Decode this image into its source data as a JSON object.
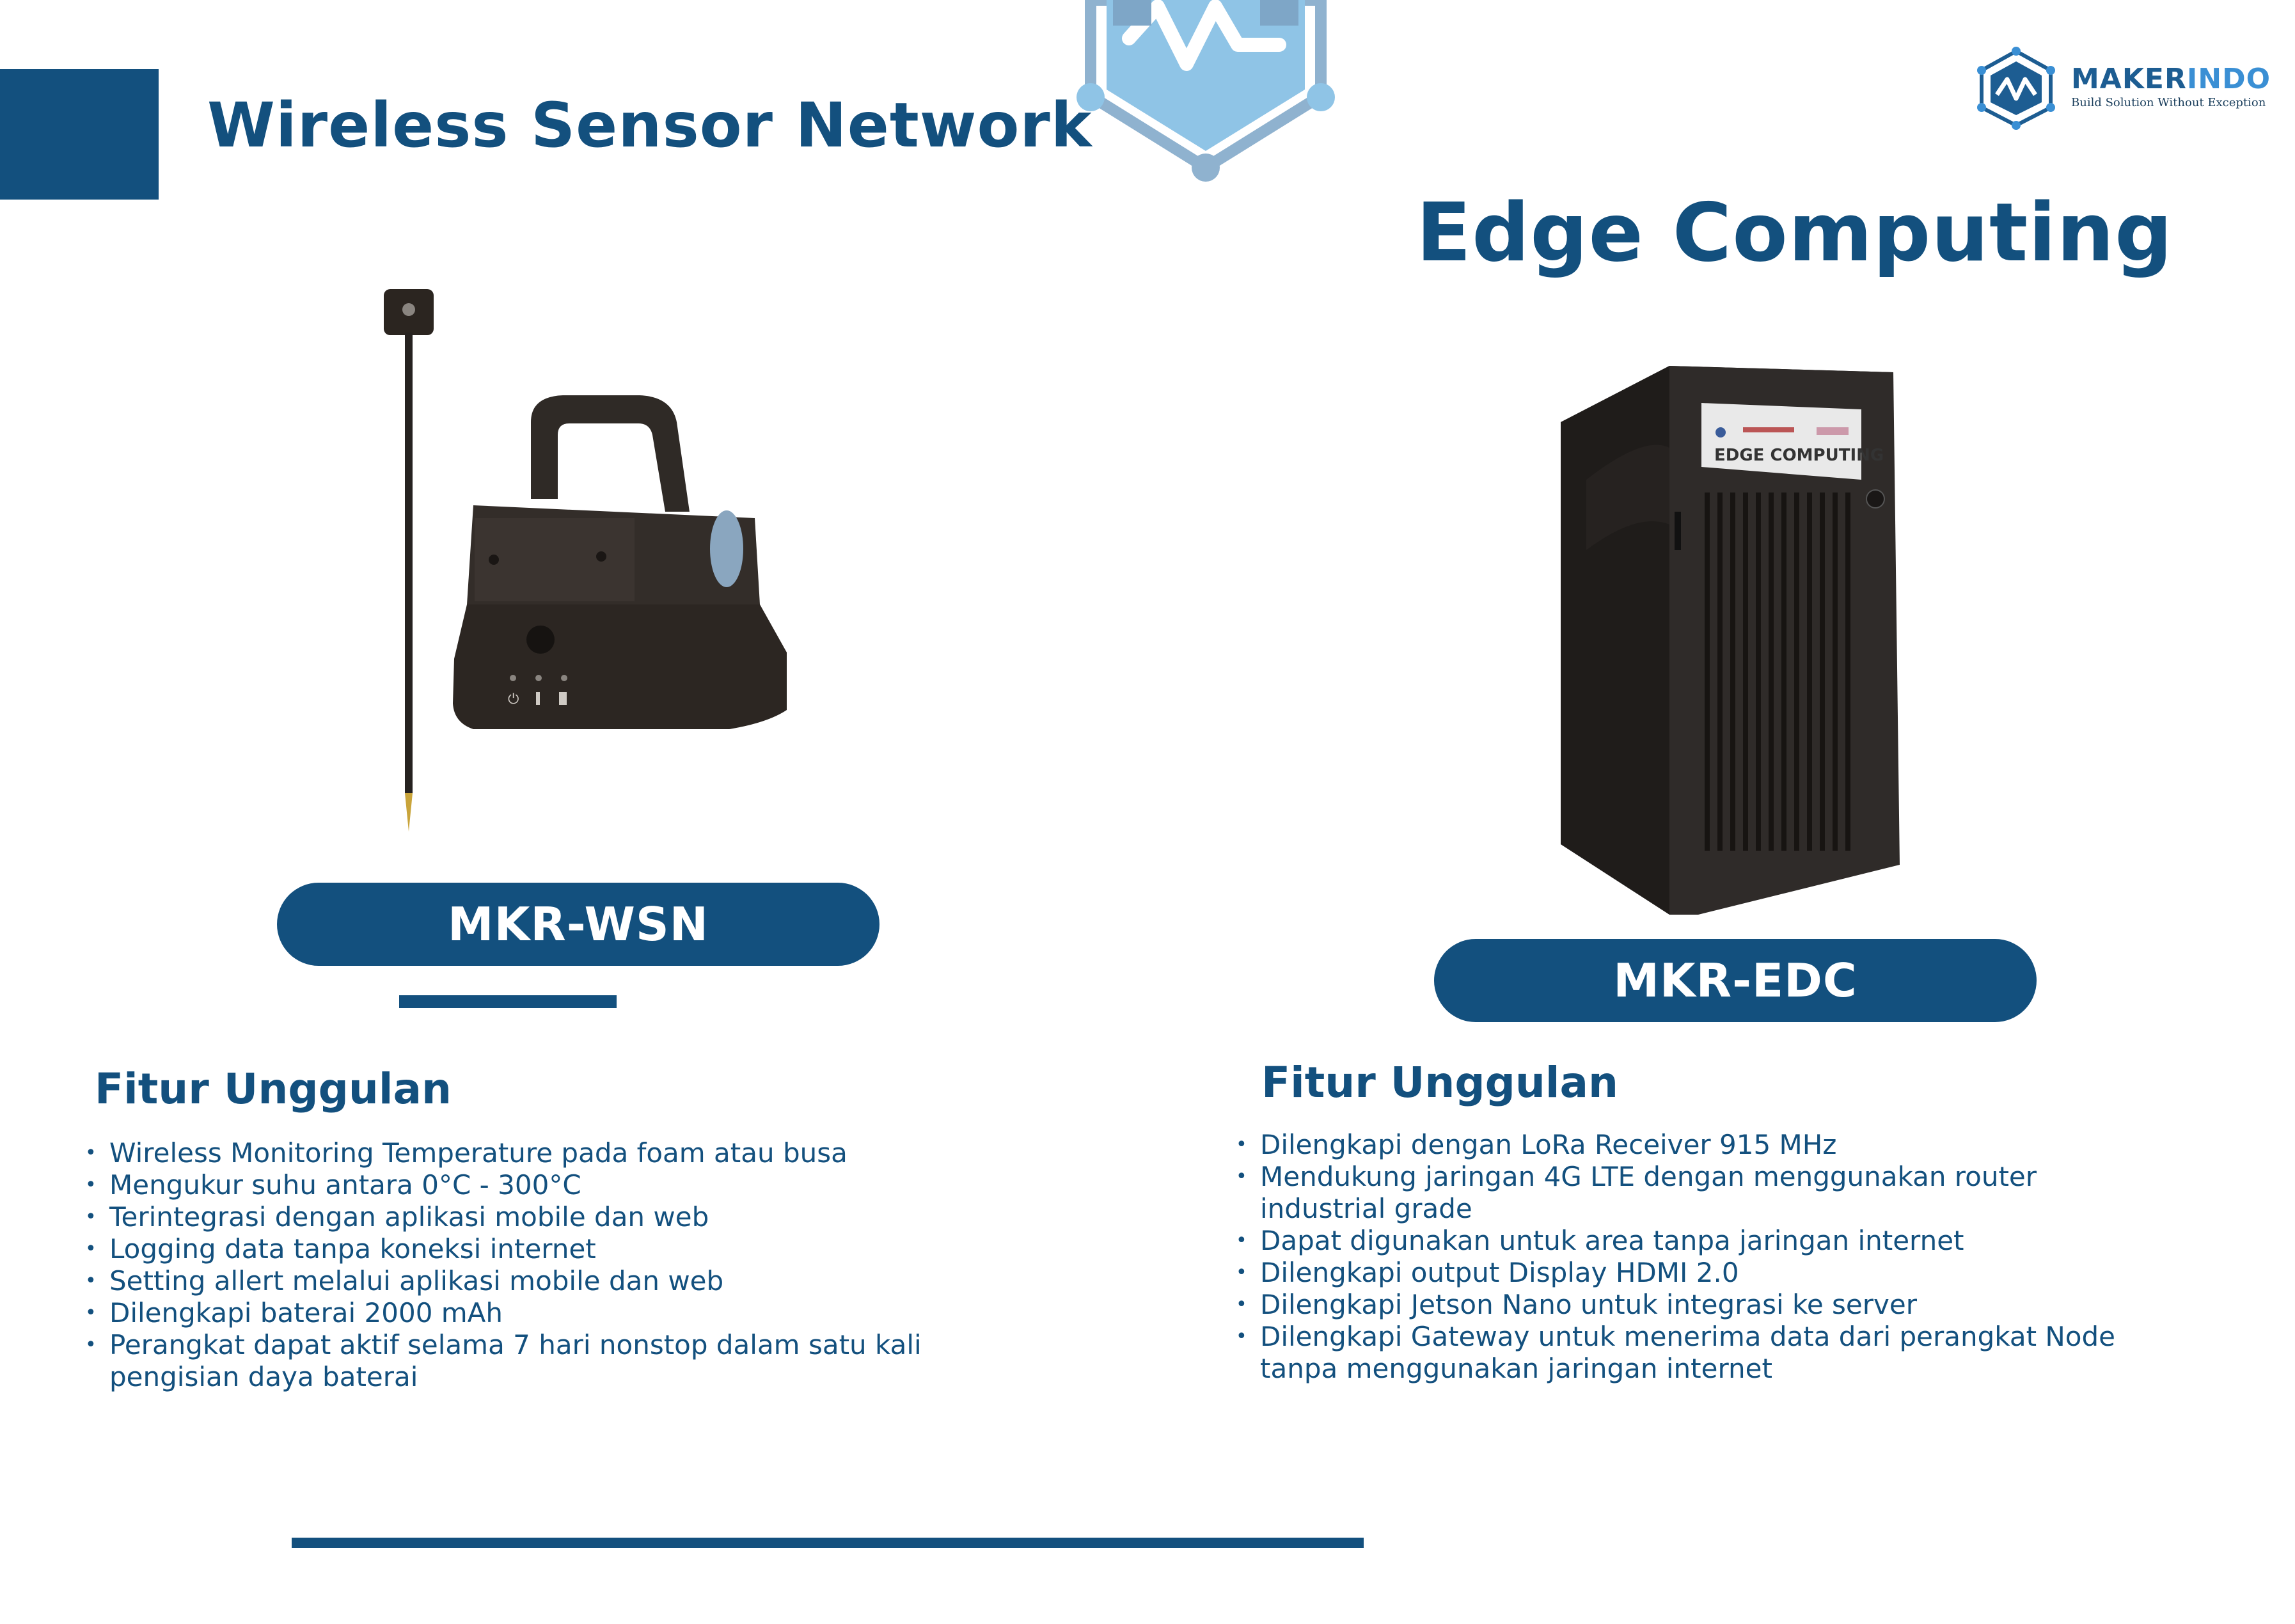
{
  "header": {
    "title_left": "Wireless Sensor Network",
    "title_right": "Edge Computing"
  },
  "brand": {
    "name_main": "MAKER",
    "name_accent": "INDO",
    "tagline": "Build Solution Without Exception"
  },
  "products": {
    "wsn": {
      "label": "MKR-WSN",
      "features_heading": "Fitur Unggulan",
      "features": [
        "Wireless Monitoring Temperature pada foam atau busa",
        "Mengukur suhu antara 0°C - 300°C",
        "Terintegrasi dengan aplikasi mobile dan web",
        "Logging data tanpa koneksi internet",
        "Setting allert melalui aplikasi mobile dan web",
        "Dilengkapi baterai 2000 mAh",
        "Perangkat dapat aktif selama 7 hari nonstop dalam satu kali pengisian daya baterai"
      ]
    },
    "edc": {
      "label": "MKR-EDC",
      "device_label": "EDGE COMPUTING",
      "features_heading": "Fitur Unggulan",
      "features": [
        "Dilengkapi dengan LoRa Receiver 915 MHz",
        "Mendukung jaringan 4G LTE dengan menggunakan router industrial grade",
        "Dapat digunakan untuk area tanpa jaringan internet",
        "Dilengkapi output Display HDMI 2.0",
        "Dilengkapi Jetson Nano untuk integrasi ke server",
        "Dilengkapi Gateway untuk menerima data dari perangkat Node tanpa menggunakan jaringan internet"
      ]
    }
  },
  "colors": {
    "primary": "#13507e",
    "accent": "#3a8fd4",
    "light_accent": "#8fc4e6"
  }
}
